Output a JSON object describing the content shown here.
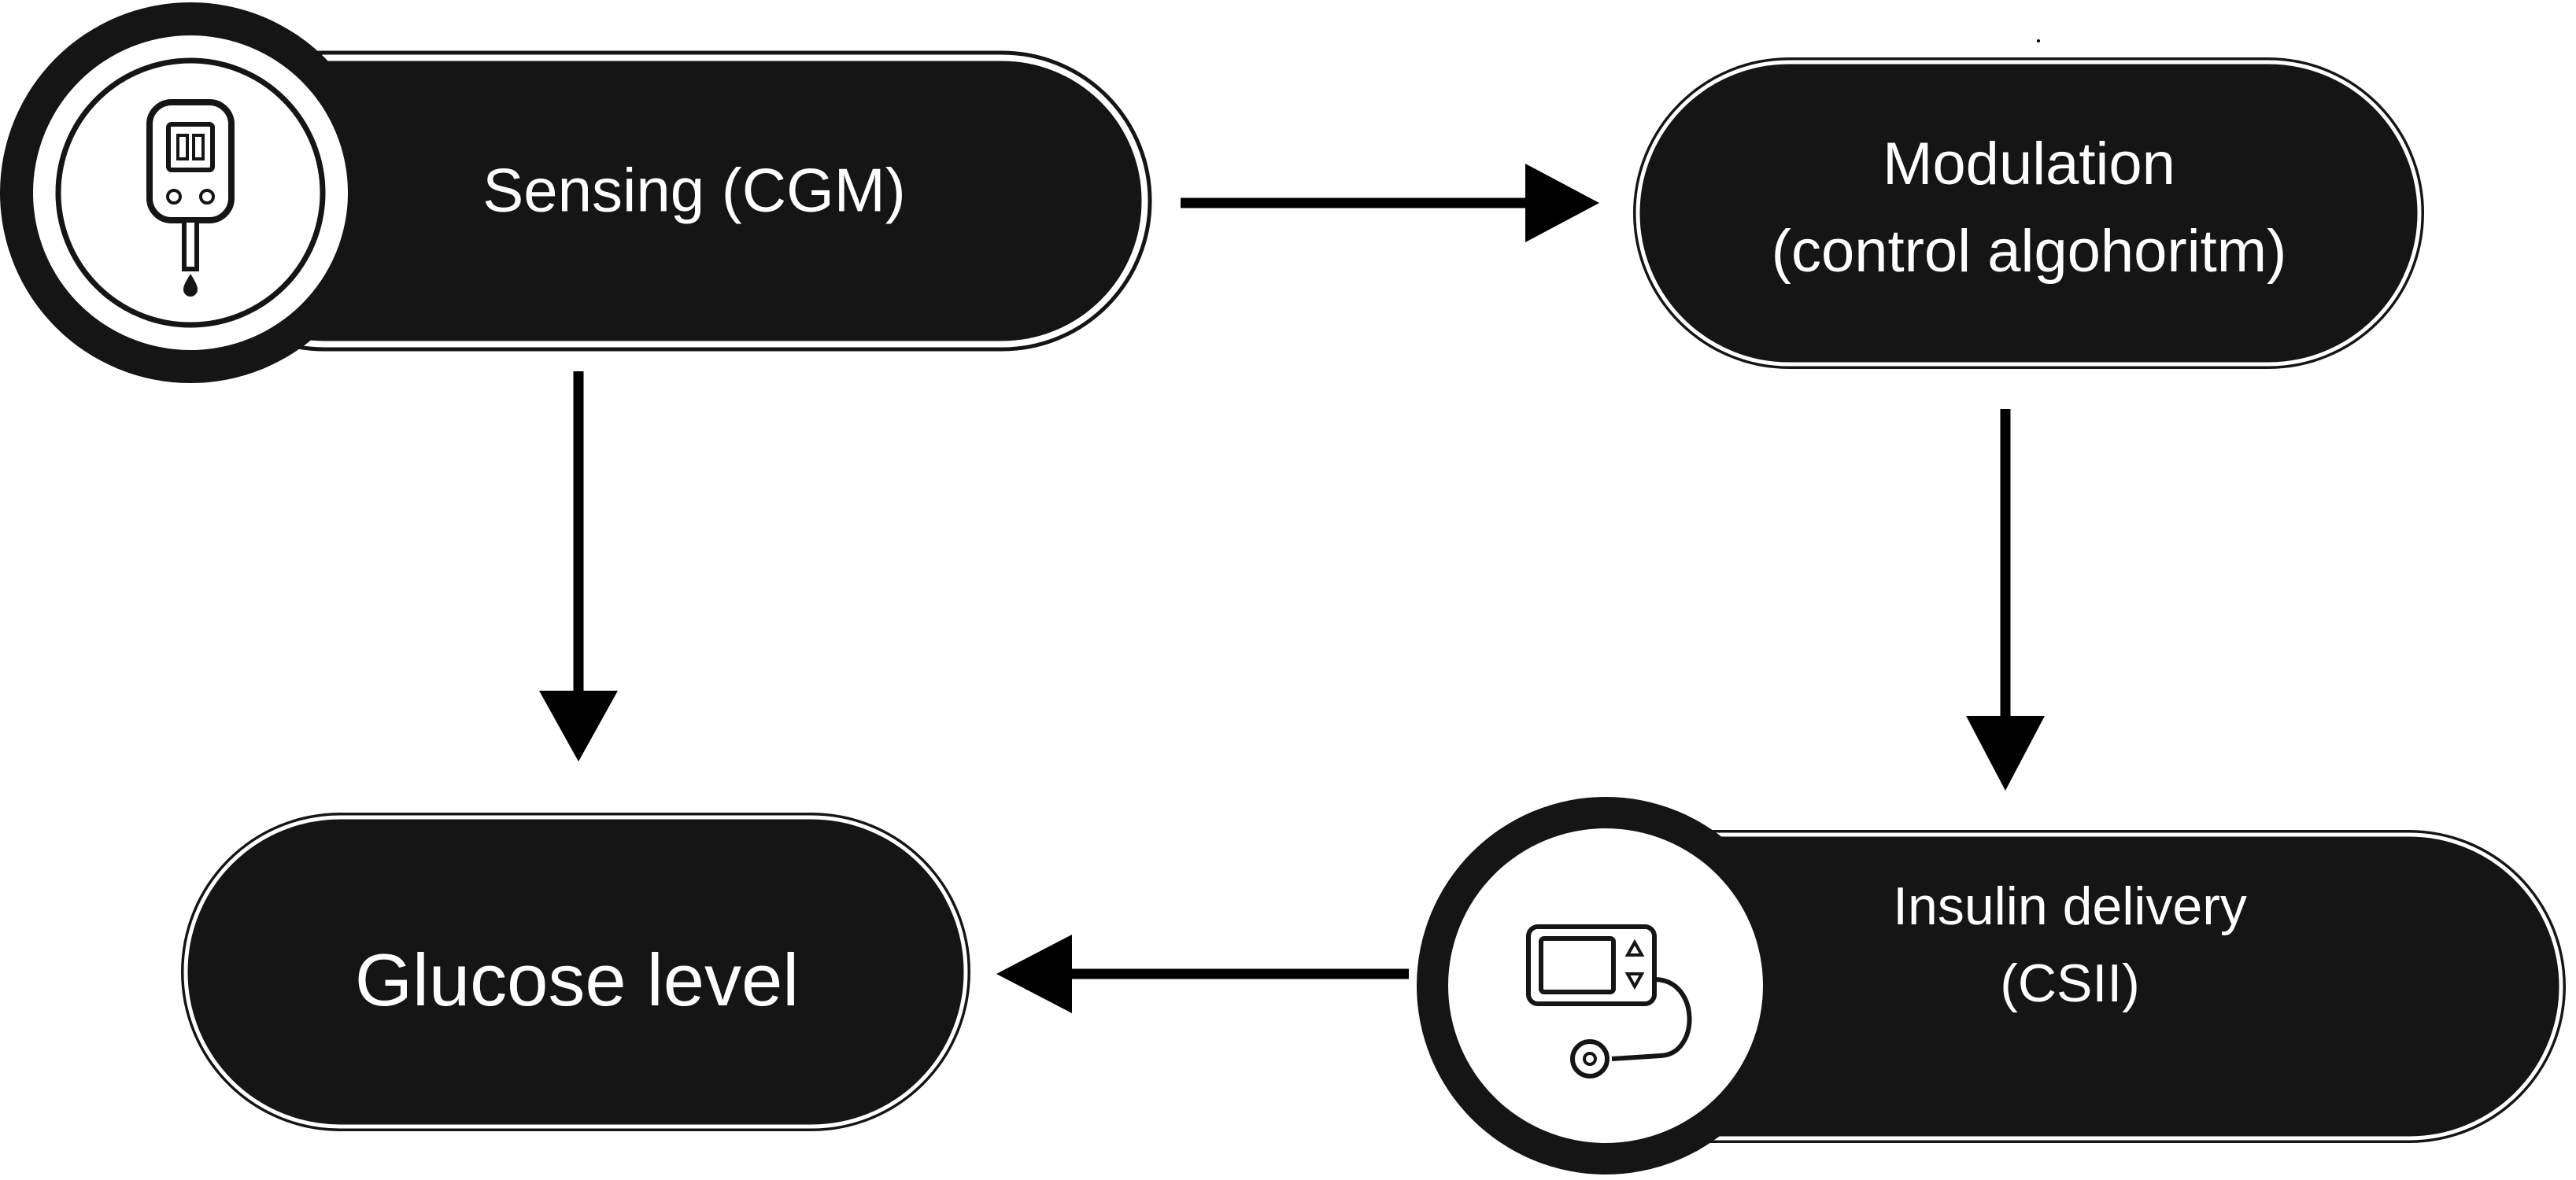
{
  "nodes": {
    "sensing": {
      "label": "Sensing (CGM)",
      "icon": "glucose-meter-icon"
    },
    "modulation": {
      "line1": "Modulation",
      "line2": "(control algohoritm)"
    },
    "insulin": {
      "line1": "Insulin delivery",
      "line2": "(CSII)",
      "icon": "insulin-pump-icon"
    },
    "glucose": {
      "label": "Glucose level"
    }
  },
  "colors": {
    "node_fill": "#151515",
    "node_text": "#ffffff",
    "arrow": "#000000",
    "icon_ring": "#151515",
    "icon_bg": "#ffffff"
  }
}
